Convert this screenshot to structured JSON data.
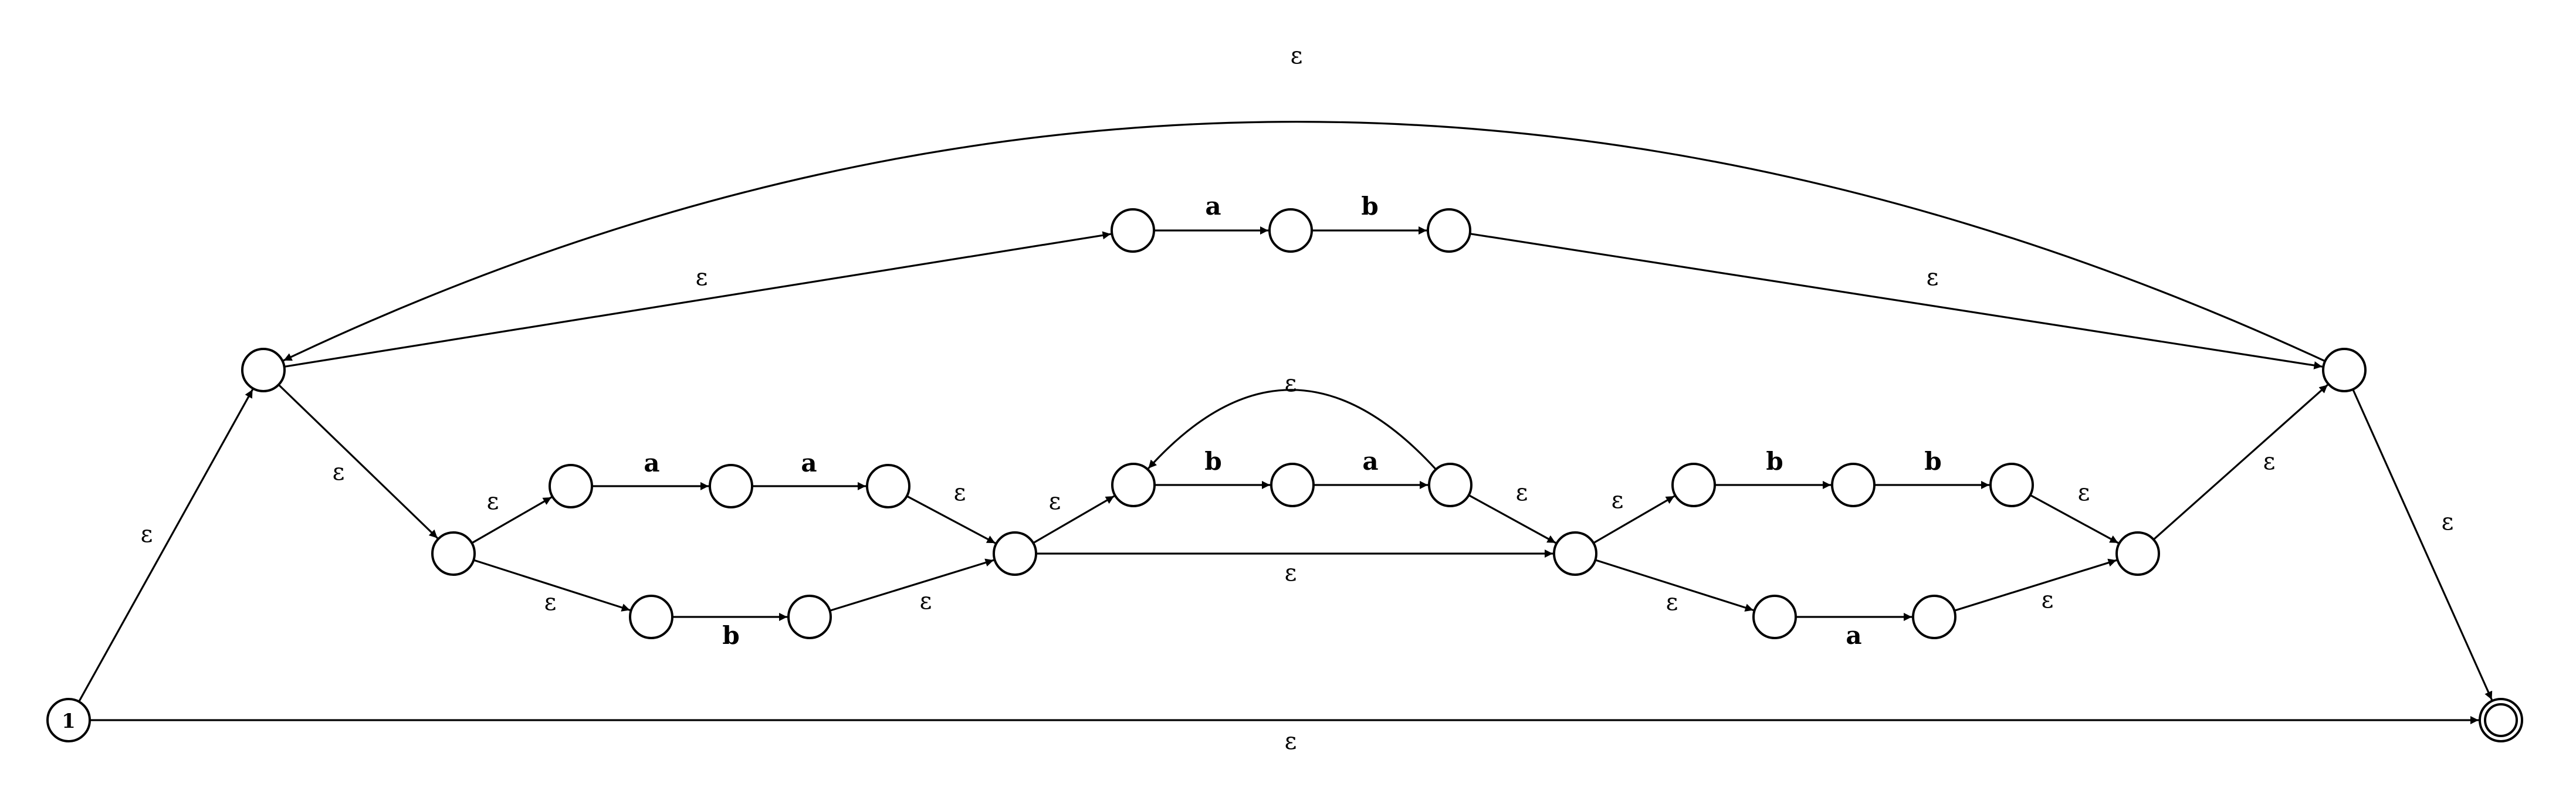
{
  "diagram": {
    "type": "nfa",
    "states": [
      {
        "id": "s0",
        "label": "1",
        "start": true
      },
      {
        "id": "s1"
      },
      {
        "id": "s2"
      },
      {
        "id": "s3"
      },
      {
        "id": "s4"
      },
      {
        "id": "s5"
      },
      {
        "id": "s6"
      },
      {
        "id": "s7"
      },
      {
        "id": "s8"
      },
      {
        "id": "s9"
      },
      {
        "id": "s10"
      },
      {
        "id": "s11"
      },
      {
        "id": "s12"
      },
      {
        "id": "s13"
      },
      {
        "id": "s14"
      },
      {
        "id": "s15"
      },
      {
        "id": "s16"
      },
      {
        "id": "s17"
      },
      {
        "id": "s18"
      },
      {
        "id": "s19"
      },
      {
        "id": "s20"
      },
      {
        "id": "s21"
      },
      {
        "id": "s22"
      },
      {
        "id": "s23"
      },
      {
        "id": "s24",
        "accept": true
      }
    ],
    "transitions": [
      {
        "from": "s0",
        "to": "s1",
        "label": "ε"
      },
      {
        "from": "s0",
        "to": "s24",
        "label": "ε"
      },
      {
        "from": "s1",
        "to": "s2",
        "label": "ε"
      },
      {
        "from": "s2",
        "to": "s3",
        "label": "a"
      },
      {
        "from": "s3",
        "to": "s4",
        "label": "b"
      },
      {
        "from": "s4",
        "to": "s23",
        "label": "ε"
      },
      {
        "from": "s23",
        "to": "s1",
        "label": "ε"
      },
      {
        "from": "s23",
        "to": "s24",
        "label": "ε"
      },
      {
        "from": "s1",
        "to": "s5",
        "label": "ε"
      },
      {
        "from": "s5",
        "to": "s6",
        "label": "ε"
      },
      {
        "from": "s6",
        "to": "s7",
        "label": "a"
      },
      {
        "from": "s7",
        "to": "s8",
        "label": "a"
      },
      {
        "from": "s8",
        "to": "s11",
        "label": "ε"
      },
      {
        "from": "s5",
        "to": "s9",
        "label": "ε"
      },
      {
        "from": "s9",
        "to": "s10",
        "label": "b"
      },
      {
        "from": "s10",
        "to": "s11",
        "label": "ε"
      },
      {
        "from": "s11",
        "to": "s12",
        "label": "ε"
      },
      {
        "from": "s12",
        "to": "s13",
        "label": "b"
      },
      {
        "from": "s13",
        "to": "s14",
        "label": "a"
      },
      {
        "from": "s14",
        "to": "s12",
        "label": "ε"
      },
      {
        "from": "s14",
        "to": "s15",
        "label": "ε"
      },
      {
        "from": "s11",
        "to": "s15",
        "label": "ε"
      },
      {
        "from": "s15",
        "to": "s16",
        "label": "ε"
      },
      {
        "from": "s16",
        "to": "s17",
        "label": "b"
      },
      {
        "from": "s17",
        "to": "s18",
        "label": "b"
      },
      {
        "from": "s18",
        "to": "s22",
        "label": "ε"
      },
      {
        "from": "s15",
        "to": "s19",
        "label": "ε"
      },
      {
        "from": "s19",
        "to": "s20",
        "label": "a"
      },
      {
        "from": "s20",
        "to": "s22",
        "label": "ε"
      },
      {
        "from": "s22",
        "to": "s23",
        "label": "ε"
      }
    ]
  }
}
